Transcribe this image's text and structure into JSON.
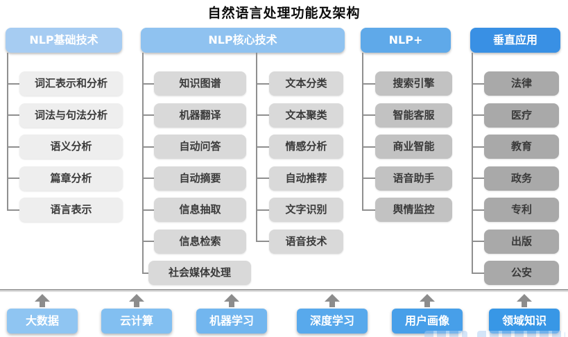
{
  "title": "自然语言处理功能及架构",
  "columns": [
    {
      "header": "NLP基础技术",
      "header_color": "#a6ccf2",
      "item_color": "#eeeeee",
      "items": [
        "词汇表示和分析",
        "词法与句法分析",
        "语义分析",
        "篇章分析",
        "语言表示"
      ]
    },
    {
      "header": "NLP核心技术",
      "header_color": "#8fc2f0",
      "item_color": "#d9d9d9",
      "items_left": [
        "知识图谱",
        "机器翻译",
        "自动问答",
        "自动摘要",
        "信息抽取",
        "信息检索",
        "社会媒体处理"
      ],
      "items_right": [
        "文本分类",
        "文本聚类",
        "情感分析",
        "自动推荐",
        "文字识别",
        "语音技术"
      ]
    },
    {
      "header": "NLP+",
      "header_color": "#5fa9e9",
      "item_color": "#c2c2c2",
      "items": [
        "搜索引擎",
        "智能客服",
        "商业智能",
        "语音助手",
        "舆情监控"
      ]
    },
    {
      "header": "垂直应用",
      "header_color": "#3990e4",
      "item_color": "#a9a9a9",
      "items": [
        "法律",
        "医疗",
        "教育",
        "政务",
        "专利",
        "出版",
        "公安"
      ]
    }
  ],
  "foundation": [
    {
      "label": "大数据",
      "color": "#8fc5f2"
    },
    {
      "label": "云计算",
      "color": "#82bff1"
    },
    {
      "label": "机器学习",
      "color": "#72b6ef"
    },
    {
      "label": "深度学习",
      "color": "#58a9ec"
    },
    {
      "label": "用户画像",
      "color": "#479fe9"
    },
    {
      "label": "领域知识",
      "color": "#3897e6"
    }
  ],
  "connector_color": "#8f8f8f",
  "arrow_color": "#8c8c8c"
}
